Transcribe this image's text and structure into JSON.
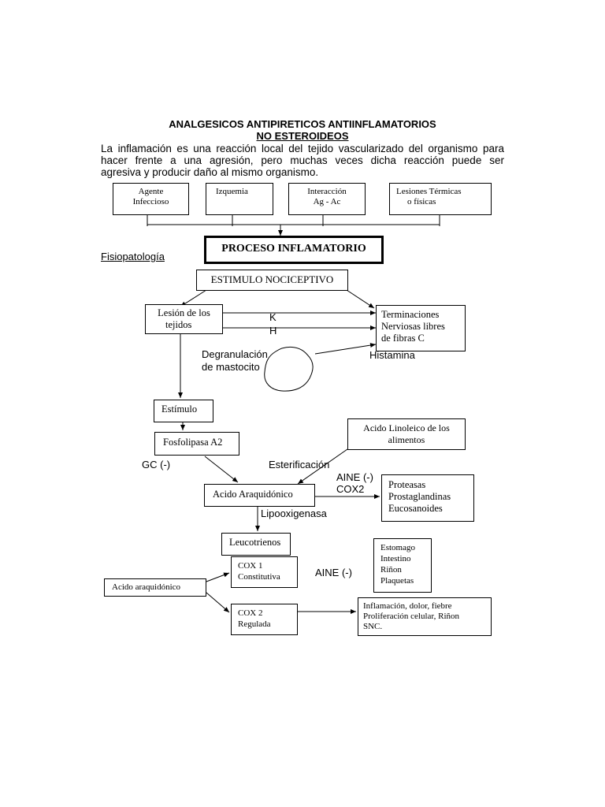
{
  "header": {
    "title_line1": "ANALGESICOS ANTIPIRETICOS ANTIINFLAMATORIOS",
    "title_line2": "NO ESTEROIDEOS",
    "intro_line1": "La inflamación es una reacción local del tejido vascularizado del organismo para",
    "intro_line2": "hacer frente a una agresión, pero muchas veces dicha reacción puede ser",
    "intro_line3": "agresiva y producir daño al mismo organismo."
  },
  "causes": {
    "agente_l1": "Agente",
    "agente_l2": "Infeccioso",
    "izquemia": "Izquemia",
    "interaccion_l1": "Interacción",
    "interaccion_l2": "Ag - Ac",
    "lesiones_l1": "Lesiones Térmicas",
    "lesiones_l2": "o   físicas"
  },
  "process": {
    "title": "PROCESO INFLAMATORIO",
    "fisiopatologia": "Fisiopatología"
  },
  "flow": {
    "estimulo_nociceptivo": "ESTIMULO NOCICEPTIVO",
    "lesion_l1": "Lesión de los",
    "lesion_l2": "tejidos",
    "terminaciones_l1": "Terminaciones",
    "terminaciones_l2": "Nerviosas libres",
    "terminaciones_l3": "de fibras C",
    "k": "K",
    "h": "H",
    "degranulacion_l1": "Degranulación",
    "degranulacion_l2": "de mastocito",
    "histamina": "Histamina",
    "estimulo": "Estímulo",
    "fosfolipasa": "Fosfolipasa A2",
    "acido_linoleico_l1": "Acido Linoleico de los",
    "acido_linoleico_l2": "alimentos",
    "gc": "GC (-)",
    "esterificacion": "Esterificación",
    "aine_1": "AINE (-)",
    "cox2_label": "COX2",
    "acido_araquidonico": "Acido Araquidónico",
    "proteasas": "Proteasas",
    "prostaglandinas": "Prostaglandinas",
    "eucosanoides": "Eucosanoides",
    "lipooxigenasa": "Lipooxigenasa",
    "leucotrienos": "Leucotrienos",
    "cox1_l1": "COX 1",
    "cox1_l2": "Constitutiva",
    "acido_araquidonico_2": "Acido araquidónico",
    "aine_2": "AINE (-)",
    "estomago": "Estomago",
    "intestino": "Intestino",
    "rinon": "Riñon",
    "plaquetas": "Plaquetas",
    "cox2_l1": "COX 2",
    "cox2_l2": "Regulada",
    "inflamacion_l1": "Inflamación, dolor, fiebre",
    "inflamacion_l2": "Proliferación celular, Riñon",
    "inflamacion_l3": "SNC."
  }
}
